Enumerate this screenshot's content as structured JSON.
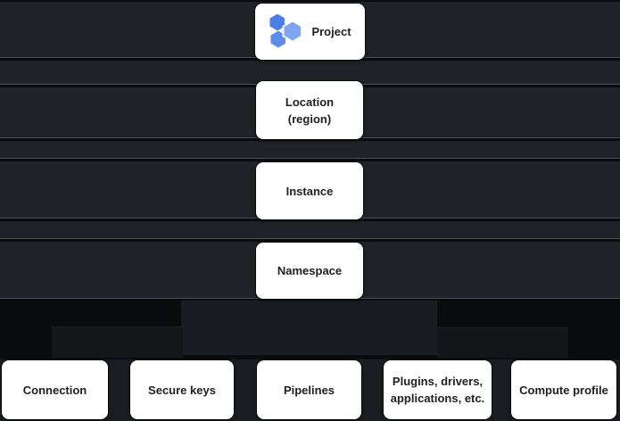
{
  "diagram": {
    "levels": [
      {
        "id": "project",
        "line1": "Project",
        "icon": "data-fusion-hexagons-icon"
      },
      {
        "id": "location",
        "line1": "Location",
        "line2": "(region)"
      },
      {
        "id": "instance",
        "line1": "Instance"
      },
      {
        "id": "namespace",
        "line1": "Namespace"
      }
    ],
    "namespace_children": [
      {
        "id": "connection",
        "line1": "Connection"
      },
      {
        "id": "secure-keys",
        "line1": "Secure keys"
      },
      {
        "id": "pipelines",
        "line1": "Pipelines"
      },
      {
        "id": "plugins-drivers",
        "line1": "Plugins, drivers,",
        "line2": "applications, etc."
      },
      {
        "id": "compute-profile",
        "line1": "Compute profile"
      }
    ]
  },
  "colors": {
    "page_background": "#0a0b0d",
    "band_surface": "#202227",
    "divider_highlight": "#4b4f56",
    "card_background": "#ffffff",
    "card_text": "#202124",
    "hexagon_blue_dark": "#4d7fe6",
    "hexagon_blue_mid": "#5d8bea",
    "hexagon_blue_light": "#7ea6f0"
  }
}
